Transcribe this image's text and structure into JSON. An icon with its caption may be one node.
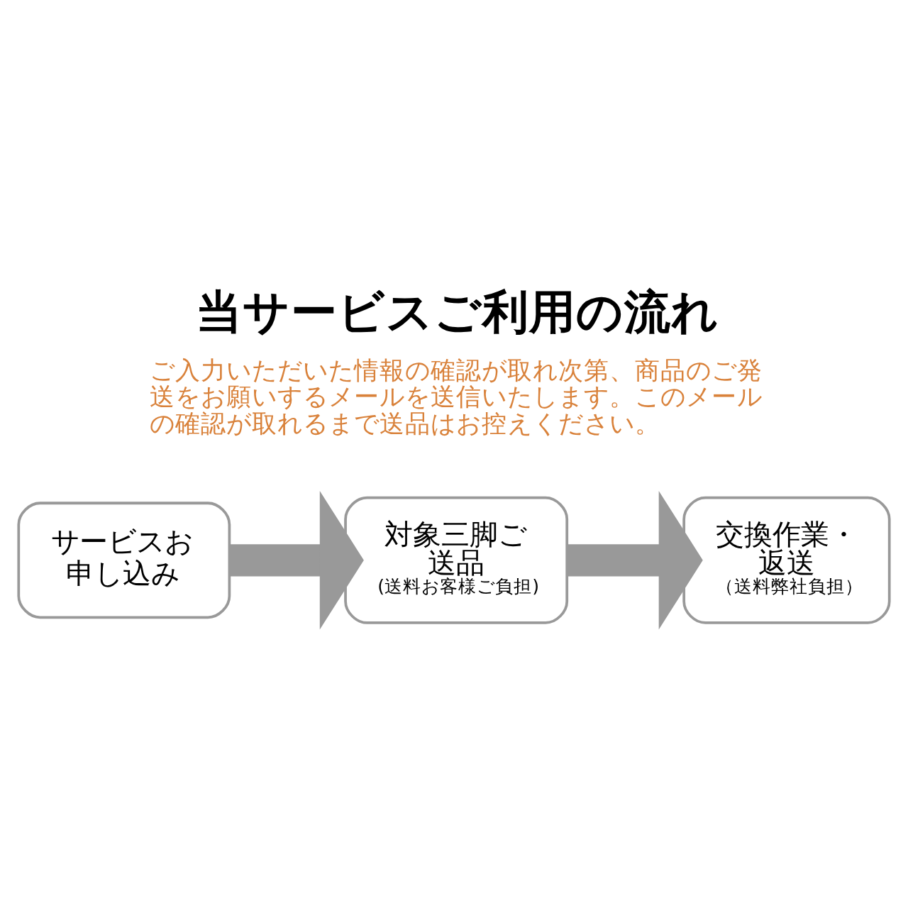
{
  "diagram": {
    "title": "当サービスご利用の流れ",
    "nodes": [
      {
        "text": [
          "サービスお申し込み"
        ]
      },
      {
        "text": [
          "対象三脚ご送品",
          "(送料お客様ご負担)"
        ]
      },
      {
        "text": [
          "交換作業・返送",
          "（送料弊社負担）"
        ]
      }
    ],
    "edges": [
      {
        "from": 0,
        "to": 1,
        "arrow": "to"
      },
      {
        "from": 1,
        "to": 2,
        "arrow": "to"
      }
    ],
    "labels": [
      "ご入力いただいた情報の確認が取れ次第、商品のご発送をお願いするメールを送信いたします。このメールの確認が取れるまで送品はお控えください。"
    ]
  }
}
